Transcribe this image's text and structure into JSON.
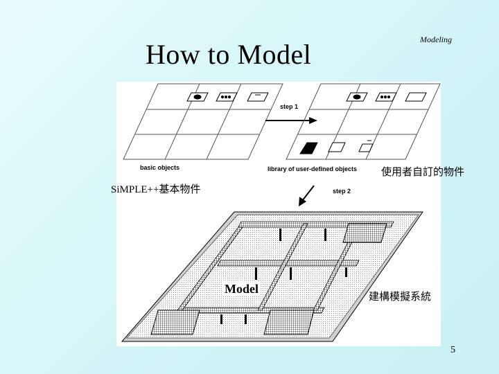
{
  "slide": {
    "title": "How to Model",
    "header_tag": "Modeling",
    "page_number": "5"
  },
  "figure": {
    "basic_objects_label": "basic objects",
    "step1_label": "step 1",
    "library_label": "library of user-defined objects",
    "step2_label": "step 2",
    "model_label": "Model"
  },
  "annotations": {
    "simple_basic_objects": "SiMPLE++基本物件",
    "user_defined_objects": "使用者自訂的物件",
    "build_simulation_system": "建構模擬系統"
  }
}
